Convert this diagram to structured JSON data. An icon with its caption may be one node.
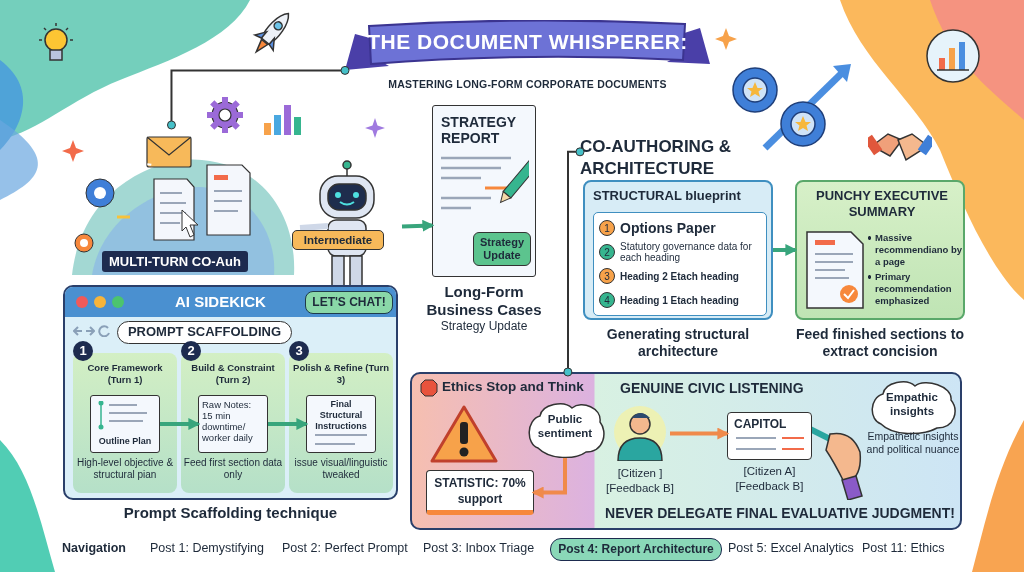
{
  "diagram": {
    "nodes": [
      {
        "text": [
          "THE DOCUMENT WHISPERER:",
          "MASTERING LONG-FORM CORPORATE DOCUMENTS"
        ]
      },
      {
        "text": [
          "MULTI-TURN CO-Auh"
        ]
      },
      {
        "text": [
          "Intermediate"
        ]
      },
      {
        "text": [
          "STRATEGY REPORT",
          "Strategy Update"
        ],
        "beside": [
          "Long-Form Business Cases",
          "Strategy Update"
        ]
      },
      {
        "text": [
          "CO-AUTHORING & ARCHITECTURE"
        ]
      },
      {
        "text": [
          "STRUCTURAL blueprint"
        ],
        "beside": [
          "Generating structural architecture"
        ]
      },
      {
        "text": [
          "1",
          "Options Paper",
          "2",
          "Statutory governance data for each heading",
          "3",
          "Heading 2 Etach heading",
          "4",
          "Heading 1 Etach heading"
        ],
        "in": 5
      },
      {
        "text": [
          "PUNCHY EXECUTIVE SUMMARY",
          "Massive recommendiano by a page",
          "Primary recommendation emphasized"
        ],
        "beside": [
          "Feed finished sections to extract concision"
        ]
      },
      {
        "text": [
          "AI SIDEKICK"
        ],
        "beside": [
          "Prompt Scaffolding technique"
        ]
      },
      {
        "text": [
          "LET'S CHAT!"
        ],
        "in": 8
      },
      {
        "text": [
          "PROMPT SCAFFOLDING"
        ],
        "in": 8
      },
      {
        "text": [
          "1",
          "Core Framework (Turn 1)",
          "High-level objective & structural pian"
        ],
        "in": 8
      },
      {
        "text": [
          "Outline Plan"
        ],
        "in": 11
      },
      {
        "text": [
          "2",
          "Build & Constraint (Turn 2)",
          "Feed first section data only"
        ],
        "in": 8
      },
      {
        "text": [
          "Raw Notes: 15 min downtime/ worker daily"
        ],
        "in": 13
      },
      {
        "text": [
          "3",
          "Polish & Refine (Turn 3)",
          "issue visual/linguistic tweaked"
        ],
        "in": 8
      },
      {
        "text": [
          "Final Structural Instructions"
        ],
        "in": 15
      },
      {
        "text": [
          "Ethics Stop and Think"
        ]
      },
      {
        "text": [
          "Public sentiment"
        ],
        "in": 17
      },
      {
        "text": [
          "STATISTIC: 70% support"
        ],
        "in": 17
      },
      {
        "text": [],
        "shape": "person",
        "in": 17,
        "beside": [
          "[Citizen ] [Feedback B]"
        ]
      },
      {
        "text": [
          "CAPITOL"
        ],
        "in": 17,
        "beside": [
          "[Citizen A] [Feedback B]"
        ]
      },
      {
        "text": [
          "Empathic insights"
        ],
        "in": 17
      },
      {
        "text": [
          "Post 4: Report Architecture"
        ]
      }
    ],
    "edges": [
      {
        "from": 1,
        "to": 0,
        "arrow": "other",
        "color": "#333333"
      },
      {
        "from": 2,
        "to": 3,
        "arrow": "to"
      },
      {
        "from": 4,
        "to": 17,
        "arrow": "other",
        "color": "#333333"
      },
      {
        "from": 5,
        "to": 7,
        "arrow": "to"
      },
      {
        "from": 12,
        "to": 14,
        "arrow": "to"
      },
      {
        "from": 14,
        "to": 16,
        "arrow": "to"
      },
      {
        "from": 18,
        "to": 19,
        "arrow": "to",
        "color": "#f08a4b"
      },
      {
        "from": 20,
        "to": 21,
        "arrow": "to",
        "color": "#f08a4b"
      }
    ],
    "labels": [
      "GENUINE CIVIC LISTENING",
      "Empathetic insights and political nuance",
      "NEVER DELEGATE FINAL EVALUATIVE JUDGMENT!",
      "Navigation",
      "Post 1: Demystifying",
      "Post 2: Perfect Prompt",
      "Post 3: Inbox Triage",
      "Post 5: Excel Analytics",
      "Post 11: Ethics"
    ]
  }
}
